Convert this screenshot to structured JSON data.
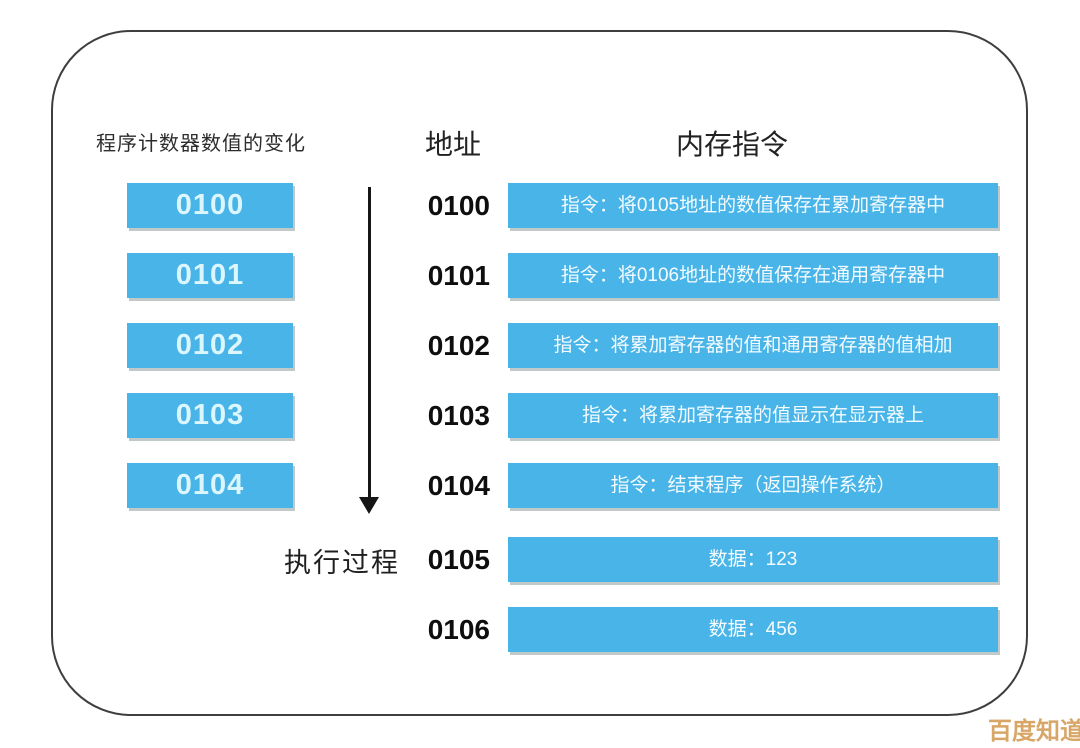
{
  "diagram": {
    "left_column": {
      "title": "程序计数器数值的变化",
      "boxes": [
        "0100",
        "0101",
        "0102",
        "0103",
        "0104"
      ]
    },
    "arrow_label": "执行过程",
    "table": {
      "address_header": "地址",
      "instruction_header": "内存指令",
      "rows": [
        {
          "address": "0100",
          "content": "指令：将0105地址的数值保存在累加寄存器中"
        },
        {
          "address": "0101",
          "content": "指令：将0106地址的数值保存在通用寄存器中"
        },
        {
          "address": "0102",
          "content": "指令：将累加寄存器的值和通用寄存器的值相加"
        },
        {
          "address": "0103",
          "content": "指令：将累加寄存器的值显示在显示器上"
        },
        {
          "address": "0104",
          "content": "指令：结束程序（返回操作系统）"
        },
        {
          "address": "0105",
          "content": "数据：123"
        },
        {
          "address": "0106",
          "content": "数据：456"
        }
      ]
    },
    "watermark": "百度知道",
    "colors": {
      "box_blue": "#49b4e8",
      "box_text_light": "#dbf6fd",
      "instruction_text": "#f4fcff",
      "frame_border": "#3e3e3e",
      "arrow": "#161616",
      "watermark": "#d8a768"
    }
  }
}
